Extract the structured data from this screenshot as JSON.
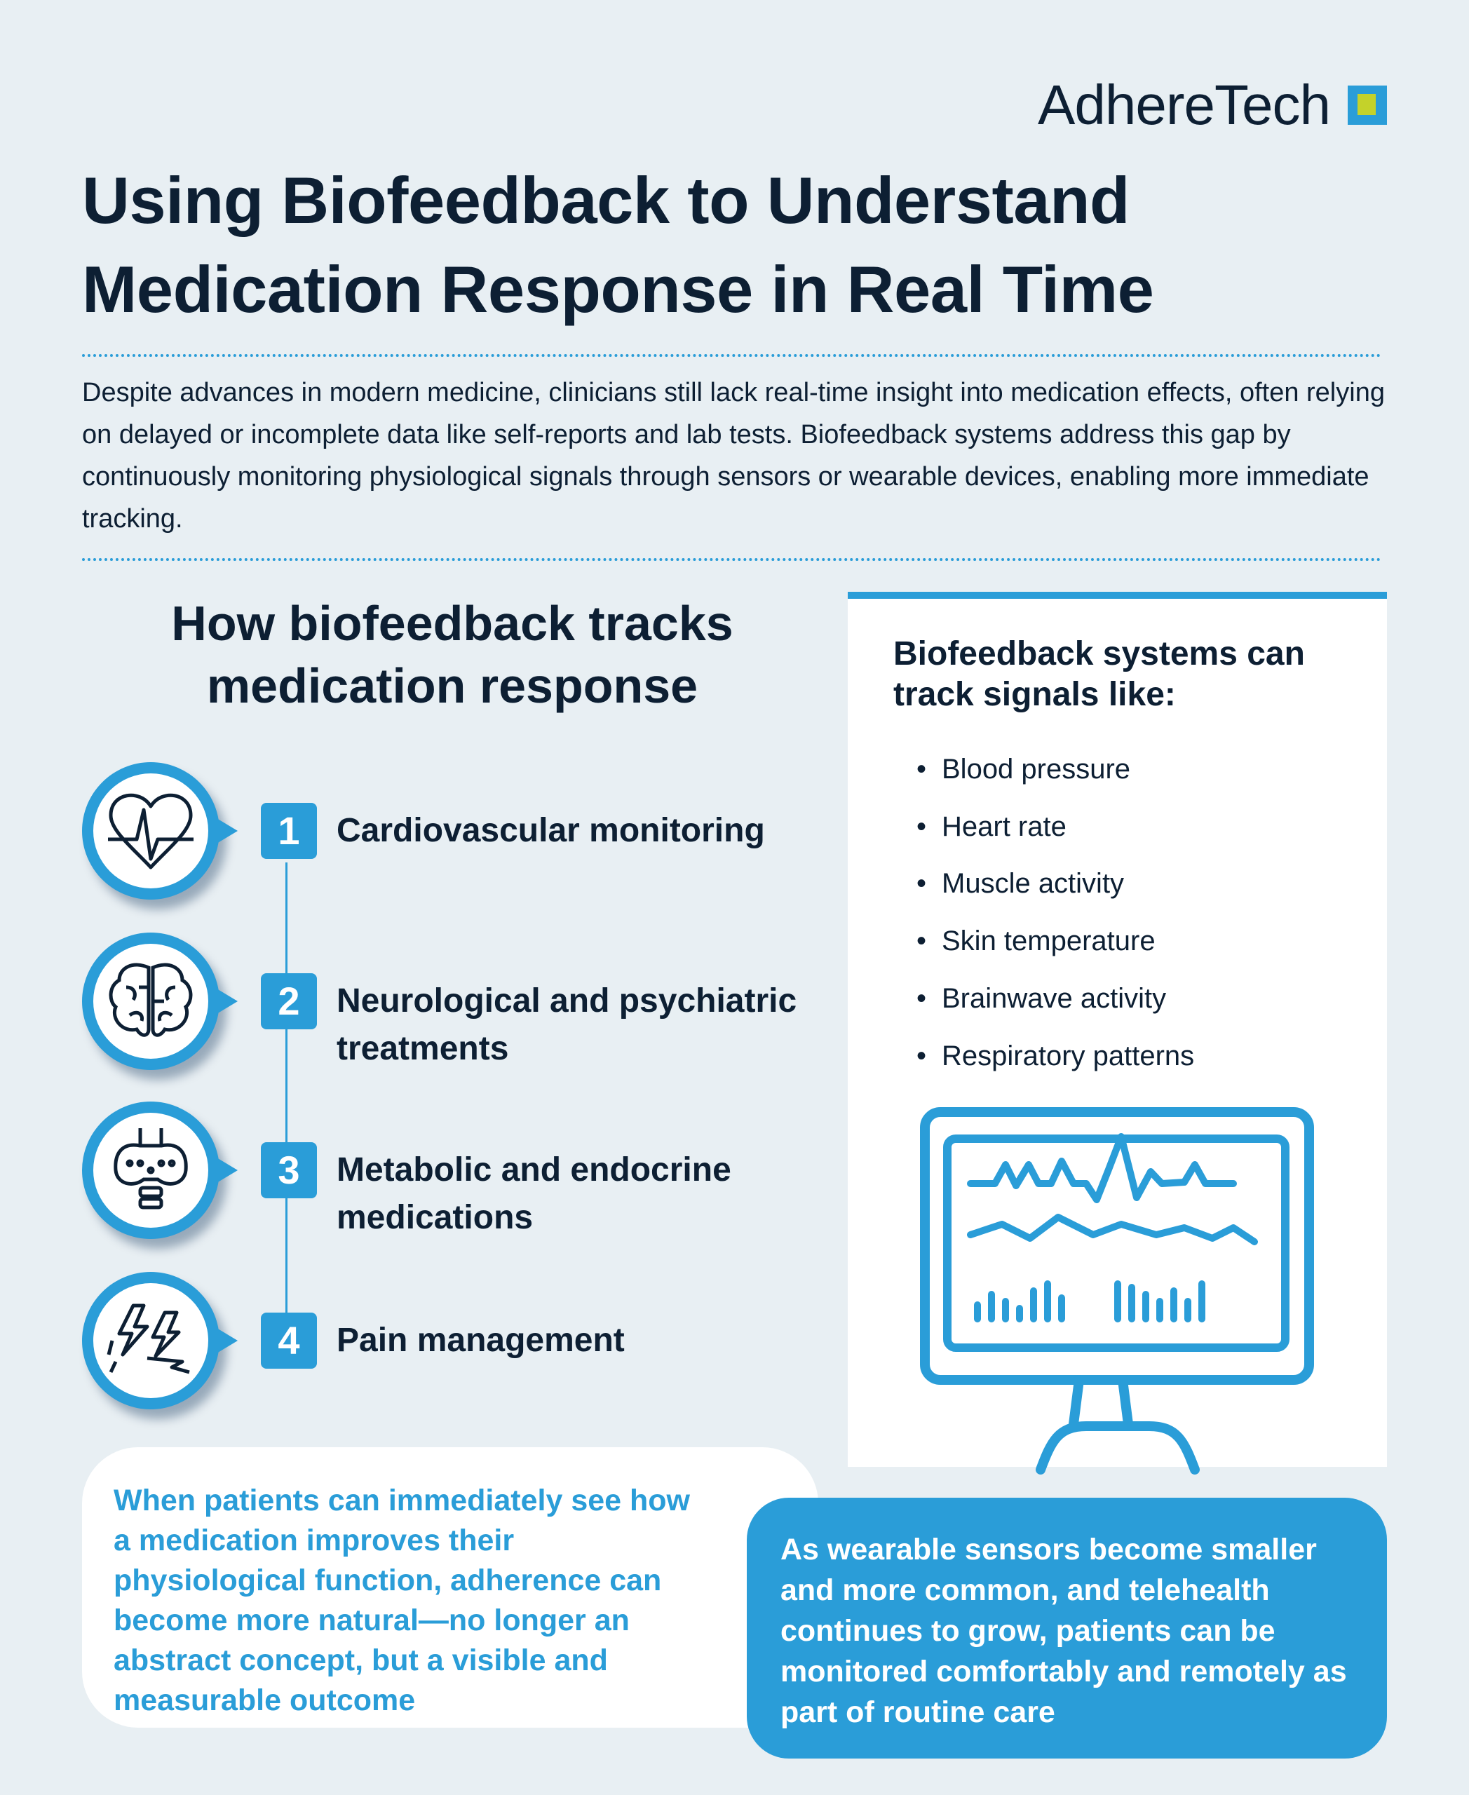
{
  "brand": {
    "name": "AdhereTech",
    "accent": "#2a9dd8",
    "logo_square": "#c4d22a",
    "text_color": "#0d1f33",
    "background": "#e8eff3"
  },
  "title": "Using Biofeedback to Understand Medication Response in Real Time",
  "intro": "Despite advances in modern medicine, clinicians still lack real-time insight into medication effects, often relying on delayed or incomplete data like self-reports and lab tests. Biofeedback systems address this gap by continuously monitoring physiological signals through sensors or wearable devices, enabling more immediate tracking.",
  "how": {
    "heading": "How biofeedback tracks medication response",
    "items": [
      {
        "number": "1",
        "label": "Cardiovascular monitoring",
        "icon": "heart-pulse-icon"
      },
      {
        "number": "2",
        "label": "Neurological and psychiatric treatments",
        "icon": "brain-icon"
      },
      {
        "number": "3",
        "label": "Metabolic and endocrine medications",
        "icon": "thyroid-icon"
      },
      {
        "number": "4",
        "label": "Pain management",
        "icon": "pain-lightning-icon"
      }
    ]
  },
  "signals": {
    "heading": "Biofeedback systems can track signals like:",
    "items": [
      "Blood pressure",
      "Heart rate",
      "Muscle activity",
      "Skin temperature",
      "Brainwave activity",
      "Respiratory patterns"
    ],
    "illustration": "monitor-icon"
  },
  "quote": "When patients can immediately see how a medication improves their physiological function, adherence can become more natural—no longer an abstract concept, but a visible and measurable outcome",
  "future": "As wearable sensors become smaller and more common, and telehealth continues to grow, patients can be monitored comfortably and remotely as part of routine care"
}
